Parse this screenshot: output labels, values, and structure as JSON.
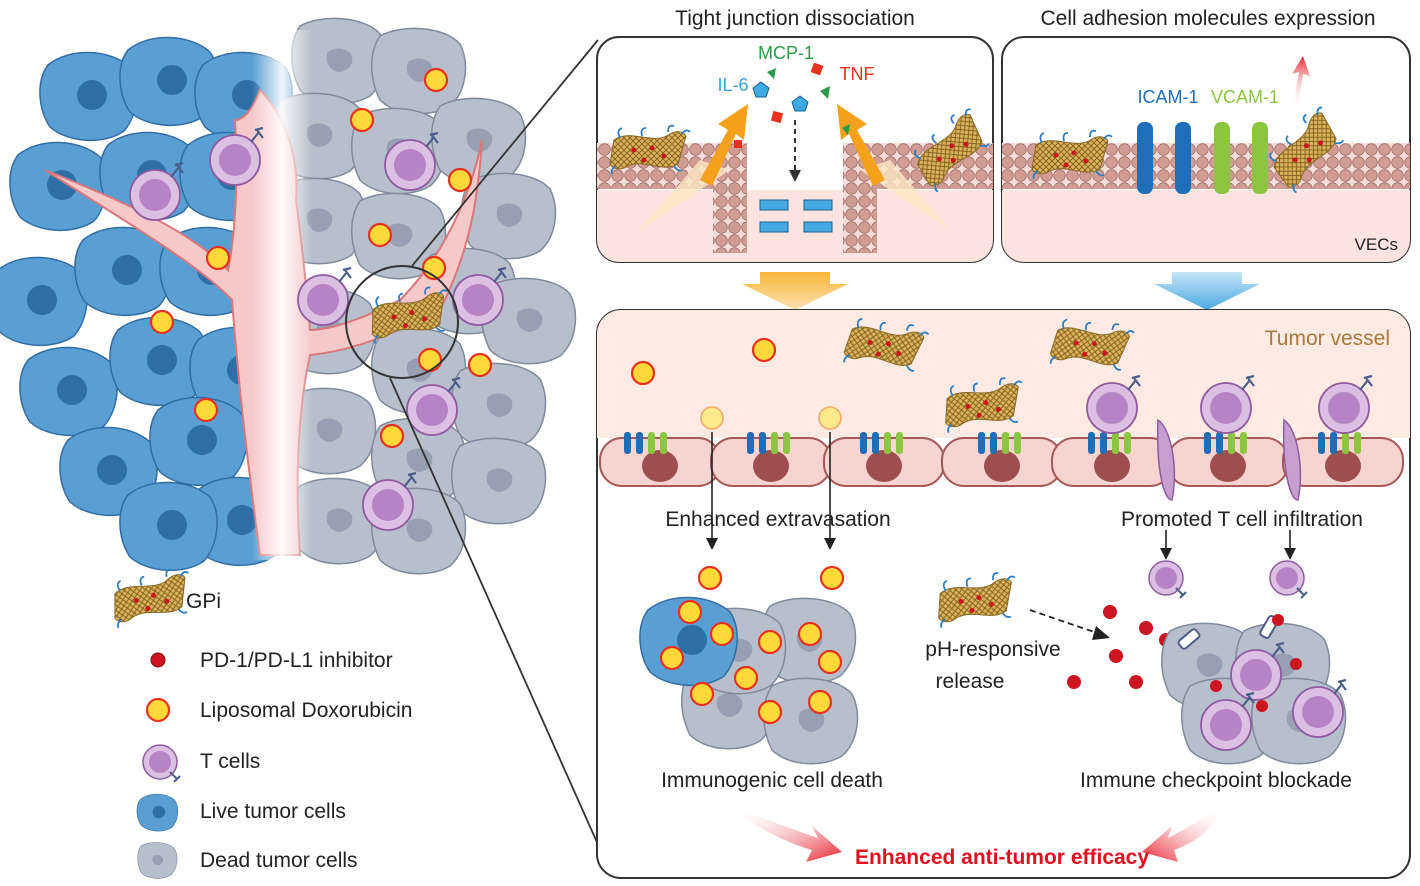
{
  "panel_top_left": {
    "title": "Tight junction dissociation",
    "cytokines": {
      "il6": "IL-6",
      "mcp1": "MCP-1",
      "tnf": "TNF"
    }
  },
  "panel_top_right": {
    "title": "Cell adhesion molecules expression",
    "icam": "ICAM-1",
    "vcam": "VCAM-1",
    "vecs": "VECs"
  },
  "panel_bottom": {
    "vessel_label": "Tumor vessel",
    "extravasation": "Enhanced extravasation",
    "infiltration": "Promoted T cell infiltration",
    "ph_line1": "pH-responsive",
    "ph_line2": "release",
    "icd": "Immunogenic cell death",
    "icb": "Immune checkpoint blockade",
    "efficacy": "Enhanced anti-tumor efficacy"
  },
  "legend": {
    "gpi": "GPi",
    "inhibitor": "PD-1/PD-L1 inhibitor",
    "dox": "Liposomal Doxorubicin",
    "tcells": "T cells",
    "live": "Live tumor cells",
    "dead": "Dead tumor cells"
  },
  "colors": {
    "live_cell": "#5a9fd4",
    "dead_cell": "#b7bfcc",
    "vessel": "#f6c9c9",
    "tcell": "#c89ed0",
    "dox": "#ffd83a",
    "inhibitor": "#cc1520",
    "icam": "#1f6fb8",
    "vcam": "#8cc641",
    "orange_arrow": "#f5a11c",
    "blue_arrow": "#62b6e8",
    "efficacy_text": "#e0101e"
  }
}
